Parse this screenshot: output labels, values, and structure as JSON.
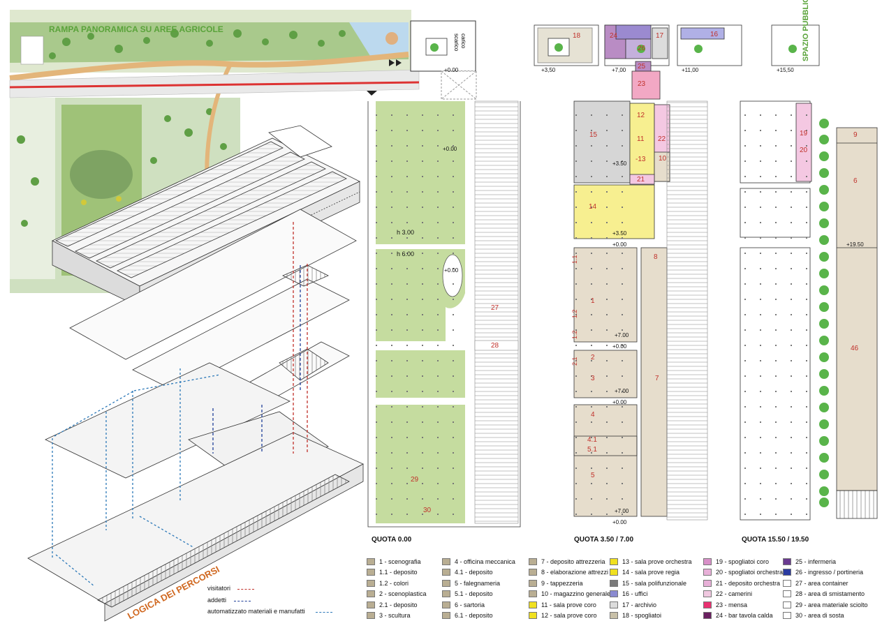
{
  "header": {
    "ramp_title": "RAMPA PANORAMICA SU AREE AGRICOLE",
    "public_space": "SPAZIO PUBBLICO",
    "paths_title": "LOGICA DEI PERCORSI",
    "carico": "carico",
    "scarico": "scarico"
  },
  "path_key": [
    {
      "label": "visitatori",
      "color": "#c0302a"
    },
    {
      "label": "addetti",
      "color": "#1f3f99"
    },
    {
      "label": "automatizzato materiali e manufatti",
      "color": "#2b78b8"
    }
  ],
  "quota_labels": {
    "q0": "QUOTA  0.00",
    "q1": "QUOTA  3.50 / 7.00",
    "q2": "QUOTA  15.50  / 19.50"
  },
  "levels": {
    "top_a": "+0.00",
    "top_b": "+3,50",
    "top_c": "+7,00",
    "top_d": "+11,00",
    "top_e": "+15,50",
    "p0_a": "+0.00",
    "p0_b": "+0.00",
    "h300": "h 3.00",
    "h600": "h 6.00",
    "m350a": "+3.50",
    "m350b": "+3.50",
    "m000a": "+0.00",
    "m700a": "+7.00",
    "m000b": "+0.00",
    "m700b": "+7.00",
    "m000c": "+0.00",
    "m700c": "+7.00",
    "m000d": "+0.00",
    "r1950": "+19.50"
  },
  "rooms": {
    "r18": "18",
    "r24": "24",
    "r26": "26",
    "r17": "17",
    "r16": "16",
    "r25": "25",
    "r23": "23",
    "r12": "12",
    "r11": "11",
    "r13": "-13",
    "r15": "15",
    "r22": "22",
    "r10": "10",
    "r21": "21",
    "r14": "14",
    "r8": "8",
    "r1": "1",
    "r11b": "1.1",
    "r12b": "1.2",
    "r12c": "1.2",
    "r2": "2",
    "r21b": "2.1",
    "r3": "3",
    "r7": "7",
    "r4": "4",
    "r41": "4.1",
    "r51": "5.1",
    "r5": "5",
    "r19": "19",
    "r20": "20",
    "r9": "9",
    "r6": "6",
    "r46": "46",
    "r27": "27",
    "r28": "28",
    "r29": "29",
    "r30": "30"
  },
  "legend": [
    [
      {
        "label": "1 - scenografia",
        "color": "#b9ae93"
      },
      {
        "label": "1.1 - deposito",
        "color": "#b9ae93"
      },
      {
        "label": "1.2 - colori",
        "color": "#b9ae93"
      },
      {
        "label": "2 - scenoplastica",
        "color": "#b9ae93"
      },
      {
        "label": "2.1 - deposito",
        "color": "#b9ae93"
      },
      {
        "label": "3 - scultura",
        "color": "#b9ae93"
      }
    ],
    [
      {
        "label": "4 - officina meccanica",
        "color": "#b9ae93"
      },
      {
        "label": "4.1 - deposito",
        "color": "#b9ae93"
      },
      {
        "label": "5 - falegnameria",
        "color": "#b9ae93"
      },
      {
        "label": "5.1 - deposito",
        "color": "#b9ae93"
      },
      {
        "label": "6 - sartoria",
        "color": "#b9ae93"
      },
      {
        "label": "6.1 - deposito",
        "color": "#b9ae93"
      }
    ],
    [
      {
        "label": "7 - deposito attrezzeria",
        "color": "#b9ae93"
      },
      {
        "label": "8 - elaborazione attrezzi",
        "color": "#b9ae93"
      },
      {
        "label": "9 - tappezzeria",
        "color": "#b9ae93"
      },
      {
        "label": "10 - magazzino generale",
        "color": "#b9ae93"
      },
      {
        "label": "11 - sala prove coro",
        "color": "#f0e020"
      },
      {
        "label": "12 - sala prove coro",
        "color": "#f0e020"
      }
    ],
    [
      {
        "label": "13 - sala prove orchestra",
        "color": "#f0e020"
      },
      {
        "label": "14 - sala prove regia",
        "color": "#f0e020"
      },
      {
        "label": "15 - sala polifunzionale",
        "color": "#7a7a7a"
      },
      {
        "label": "16 - uffici",
        "color": "#8a8ad0"
      },
      {
        "label": "17 - archivio",
        "color": "#dcdcdc"
      },
      {
        "label": "18 - spogliatoi",
        "color": "#c8c0a8"
      }
    ],
    [
      {
        "label": "19 - spogliatoi coro",
        "color": "#d890c8"
      },
      {
        "label": "20 - spogliatoi orchestrali",
        "color": "#e8b0d8"
      },
      {
        "label": "21 - deposito orchestra",
        "color": "#e8b0d8"
      },
      {
        "label": "22 - camerini",
        "color": "#f0c8e0"
      },
      {
        "label": "23 - mensa",
        "color": "#e83070"
      },
      {
        "label": "24 - bar tavola calda",
        "color": "#6a2060"
      }
    ],
    [
      {
        "label": "25 - infermeria",
        "color": "#6a3a90"
      },
      {
        "label": "26 - ingresso / portineria",
        "color": "#2a3aa0"
      },
      {
        "label": "27 - area container",
        "color": "#ffffff"
      },
      {
        "label": "28 - area di smistamento",
        "color": "#ffffff"
      },
      {
        "label": "29 - area materiale sciolto",
        "color": "#ffffff"
      },
      {
        "label": "30 - area di sosta",
        "color": "#ffffff"
      }
    ]
  ]
}
